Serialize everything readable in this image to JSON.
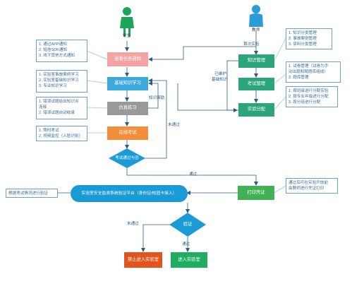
{
  "roles": {
    "student": "学生",
    "teacher": "教师"
  },
  "student_flow": {
    "notify": "查看任务通知",
    "learn": "基础知识学习",
    "practice": "仿真练习",
    "exam": "在线考试",
    "passed_q": "考试通过与否"
  },
  "teacher_flow": {
    "knowledge": "知识管理",
    "exam_mgmt": "考试管理",
    "assign": "实验分配"
  },
  "bottom_flow": {
    "print": "打印凭证",
    "platform": "实验室安全监测系统验证平台（身份证/校园卡接入）",
    "verify": "验证",
    "deny": "禁止进入实验室",
    "enter": "进入实验室"
  },
  "notes": {
    "notify": [
      "1. 通过APP通知",
      "2. 短信SDK通知",
      "3. 线下其他方式通知"
    ],
    "learn": [
      "1. 实验室事故案例学习",
      "2. 实验室基础知识学习",
      "3. 专业知识学习"
    ],
    "practice": [
      "1. 错误试题给出知识点",
      "连接",
      "2. 错误试题自动收录"
    ],
    "exam": [
      "1. 限时考试",
      "2. 视频监控（人脸识别）"
    ],
    "knowledge": [
      "1. 知识分类管理",
      "2. 事故案例管理",
      "3. 资料分类管理"
    ],
    "exam_mgmt": [
      "1. 试卷管理（试卷为手",
      "动出题和随题库组成）",
      "2. 题库管理"
    ],
    "assign": [
      "1. 按班级进行分配实验",
      "2. 按专业年级进行分配",
      "3. 按分组进行分配"
    ],
    "print": [
      "通过后可在实验开放前",
      "由教师进行凭证打印"
    ],
    "verify_note": "根据考试情况进行验证"
  },
  "edge_labels": {
    "first_exp": "首次实验",
    "maintained_1": "已维护",
    "maintained_2": "基础知识",
    "knowledge_help": "知识帮助",
    "not_passed": "未通过",
    "passed": "通过",
    "verify_fail": "未通过",
    "verify_pass": "通过"
  },
  "colors": {
    "notify": "#f4a3a3",
    "learn": "#3ba9de",
    "practice": "#999999",
    "exam": "#f28e3c",
    "diamond": "#1a9bd6",
    "teacher_box": "#2da57a",
    "print": "#40b255",
    "platform": "#1a9bd6",
    "deny": "#e2531d",
    "enter": "#1fae5f",
    "person_student": "#1aa55b",
    "person_teacher": "#2a9cd8",
    "arrow": "#2a5c88"
  }
}
